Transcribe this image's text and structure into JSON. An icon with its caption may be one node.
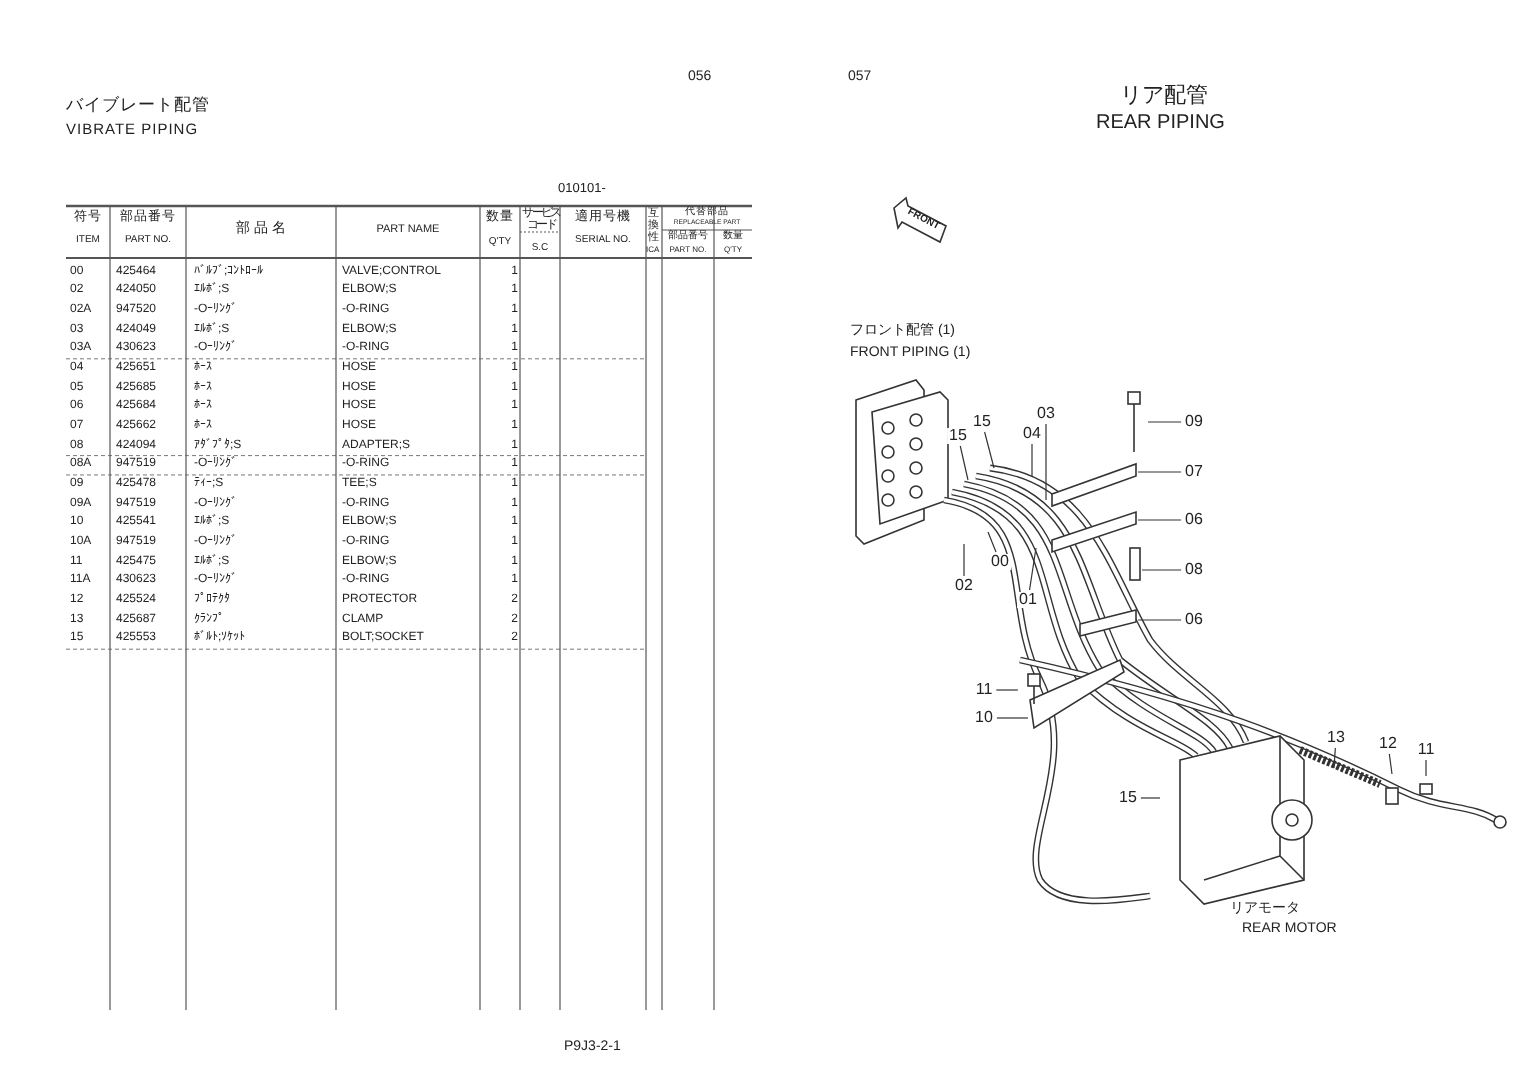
{
  "diagram": {
    "nodes": [
      {
        "text": [
          "15"
        ]
      },
      {
        "text": [
          "15"
        ]
      },
      {
        "text": [
          "04"
        ]
      },
      {
        "text": [
          "03"
        ]
      },
      {
        "text": [
          "09"
        ]
      },
      {
        "text": [
          "07"
        ]
      },
      {
        "text": [
          "06"
        ]
      },
      {
        "text": [
          "00"
        ]
      },
      {
        "text": [
          "08"
        ]
      },
      {
        "text": [
          "02"
        ]
      },
      {
        "text": [
          "01"
        ]
      },
      {
        "text": [
          "06"
        ]
      },
      {
        "text": [
          "11"
        ]
      },
      {
        "text": [
          "10"
        ]
      },
      {
        "text": [
          "13"
        ]
      },
      {
        "text": [
          "11"
        ]
      },
      {
        "text": [
          "12"
        ]
      },
      {
        "text": [
          "15"
        ]
      }
    ],
    "edges": [
      {
        "from": 0,
        "to": null,
        "arrow": "none"
      },
      {
        "from": 1,
        "to": null,
        "arrow": "none"
      },
      {
        "from": 2,
        "to": null,
        "arrow": "none"
      },
      {
        "from": 3,
        "to": null,
        "arrow": "none"
      },
      {
        "from": 4,
        "to": null,
        "arrow": "none"
      },
      {
        "from": 5,
        "to": null,
        "arrow": "none"
      },
      {
        "from": 6,
        "to": null,
        "arrow": "none"
      },
      {
        "from": 7,
        "to": null,
        "arrow": "none"
      },
      {
        "from": 8,
        "to": null,
        "arrow": "none"
      },
      {
        "from": 9,
        "to": null,
        "arrow": "none"
      },
      {
        "from": 10,
        "to": null,
        "arrow": "none"
      },
      {
        "from": 11,
        "to": null,
        "arrow": "none"
      },
      {
        "from": 12,
        "to": null,
        "arrow": "none"
      },
      {
        "from": 13,
        "to": null,
        "arrow": "none"
      },
      {
        "from": 14,
        "to": null,
        "arrow": "none"
      },
      {
        "from": 15,
        "to": null,
        "arrow": "none"
      },
      {
        "from": 16,
        "to": null,
        "arrow": "none"
      },
      {
        "from": 17,
        "to": null,
        "arrow": "none"
      }
    ],
    "labels": [
      "056",
      "バイブレート配管",
      "VIBRATE PIPING",
      "057",
      "リア配管",
      "REAR PIPING",
      "010101-",
      "符号",
      "ITEM",
      "部品番号",
      "PART NO.",
      "部 品 名",
      "PART NAME",
      "数量",
      "Q'TY",
      "サービスコード",
      "S.C",
      "適用号機",
      "SERIAL NO.",
      "互換性",
      "ICA",
      "代替部品",
      "REPLACEABLE PART",
      "部品番号",
      "数量",
      "PART NO.",
      "Q'TY",
      "00",
      "425464",
      "ﾊﾞﾙﾌﾞ;ｺﾝﾄﾛｰﾙ",
      "VALVE;CONTROL",
      "1",
      "02",
      "424050",
      "ｴﾙﾎﾞ;S",
      "ELBOW;S",
      "1",
      "02A",
      "947520",
      "-Oｰﾘﾝｸﾞ",
      "-O-RING",
      "1",
      "03",
      "424049",
      "ｴﾙﾎﾞ;S",
      "ELBOW;S",
      "1",
      "03A",
      "430623",
      "-Oｰﾘﾝｸﾞ",
      "-O-RING",
      "1",
      "04",
      "425651",
      "ﾎｰｽ",
      "HOSE",
      "1",
      "05",
      "425685",
      "ﾎｰｽ",
      "HOSE",
      "1",
      "06",
      "425684",
      "ﾎｰｽ",
      "HOSE",
      "1",
      "07",
      "425662",
      "ﾎｰｽ",
      "HOSE",
      "1",
      "08",
      "424094",
      "ｱﾀﾞﾌﾟﾀ;S",
      "ADAPTER;S",
      "1",
      "08A",
      "947519",
      "-Oｰﾘﾝｸﾞ",
      "-O-RING",
      "1",
      "09",
      "425478",
      "ﾃｨｰ;S",
      "TEE;S",
      "1",
      "09A",
      "947519",
      "-Oｰﾘﾝｸﾞ",
      "-O-RING",
      "1",
      "10",
      "425541",
      "ｴﾙﾎﾞ;S",
      "ELBOW;S",
      "1",
      "10A",
      "947519",
      "-Oｰﾘﾝｸﾞ",
      "-O-RING",
      "1",
      "11",
      "425475",
      "ｴﾙﾎﾞ;S",
      "ELBOW;S",
      "1",
      "11A",
      "430623",
      "-Oｰﾘﾝｸﾞ",
      "-O-RING",
      "1",
      "12",
      "425524",
      "ﾌﾟﾛﾃｸﾀ",
      "PROTECTOR",
      "2",
      "13",
      "425687",
      "ｸﾗﾝﾌﾟ",
      "CLAMP",
      "2",
      "15",
      "425553",
      "ﾎﾞﾙﾄ;ｿｹｯﾄ",
      "BOLT;SOCKET",
      "2",
      "FRONT",
      "フロント配管 (1)",
      "FRONT PIPING (1)",
      "リアモータ",
      "REAR MOTOR",
      "P9J3-2-1"
    ]
  }
}
